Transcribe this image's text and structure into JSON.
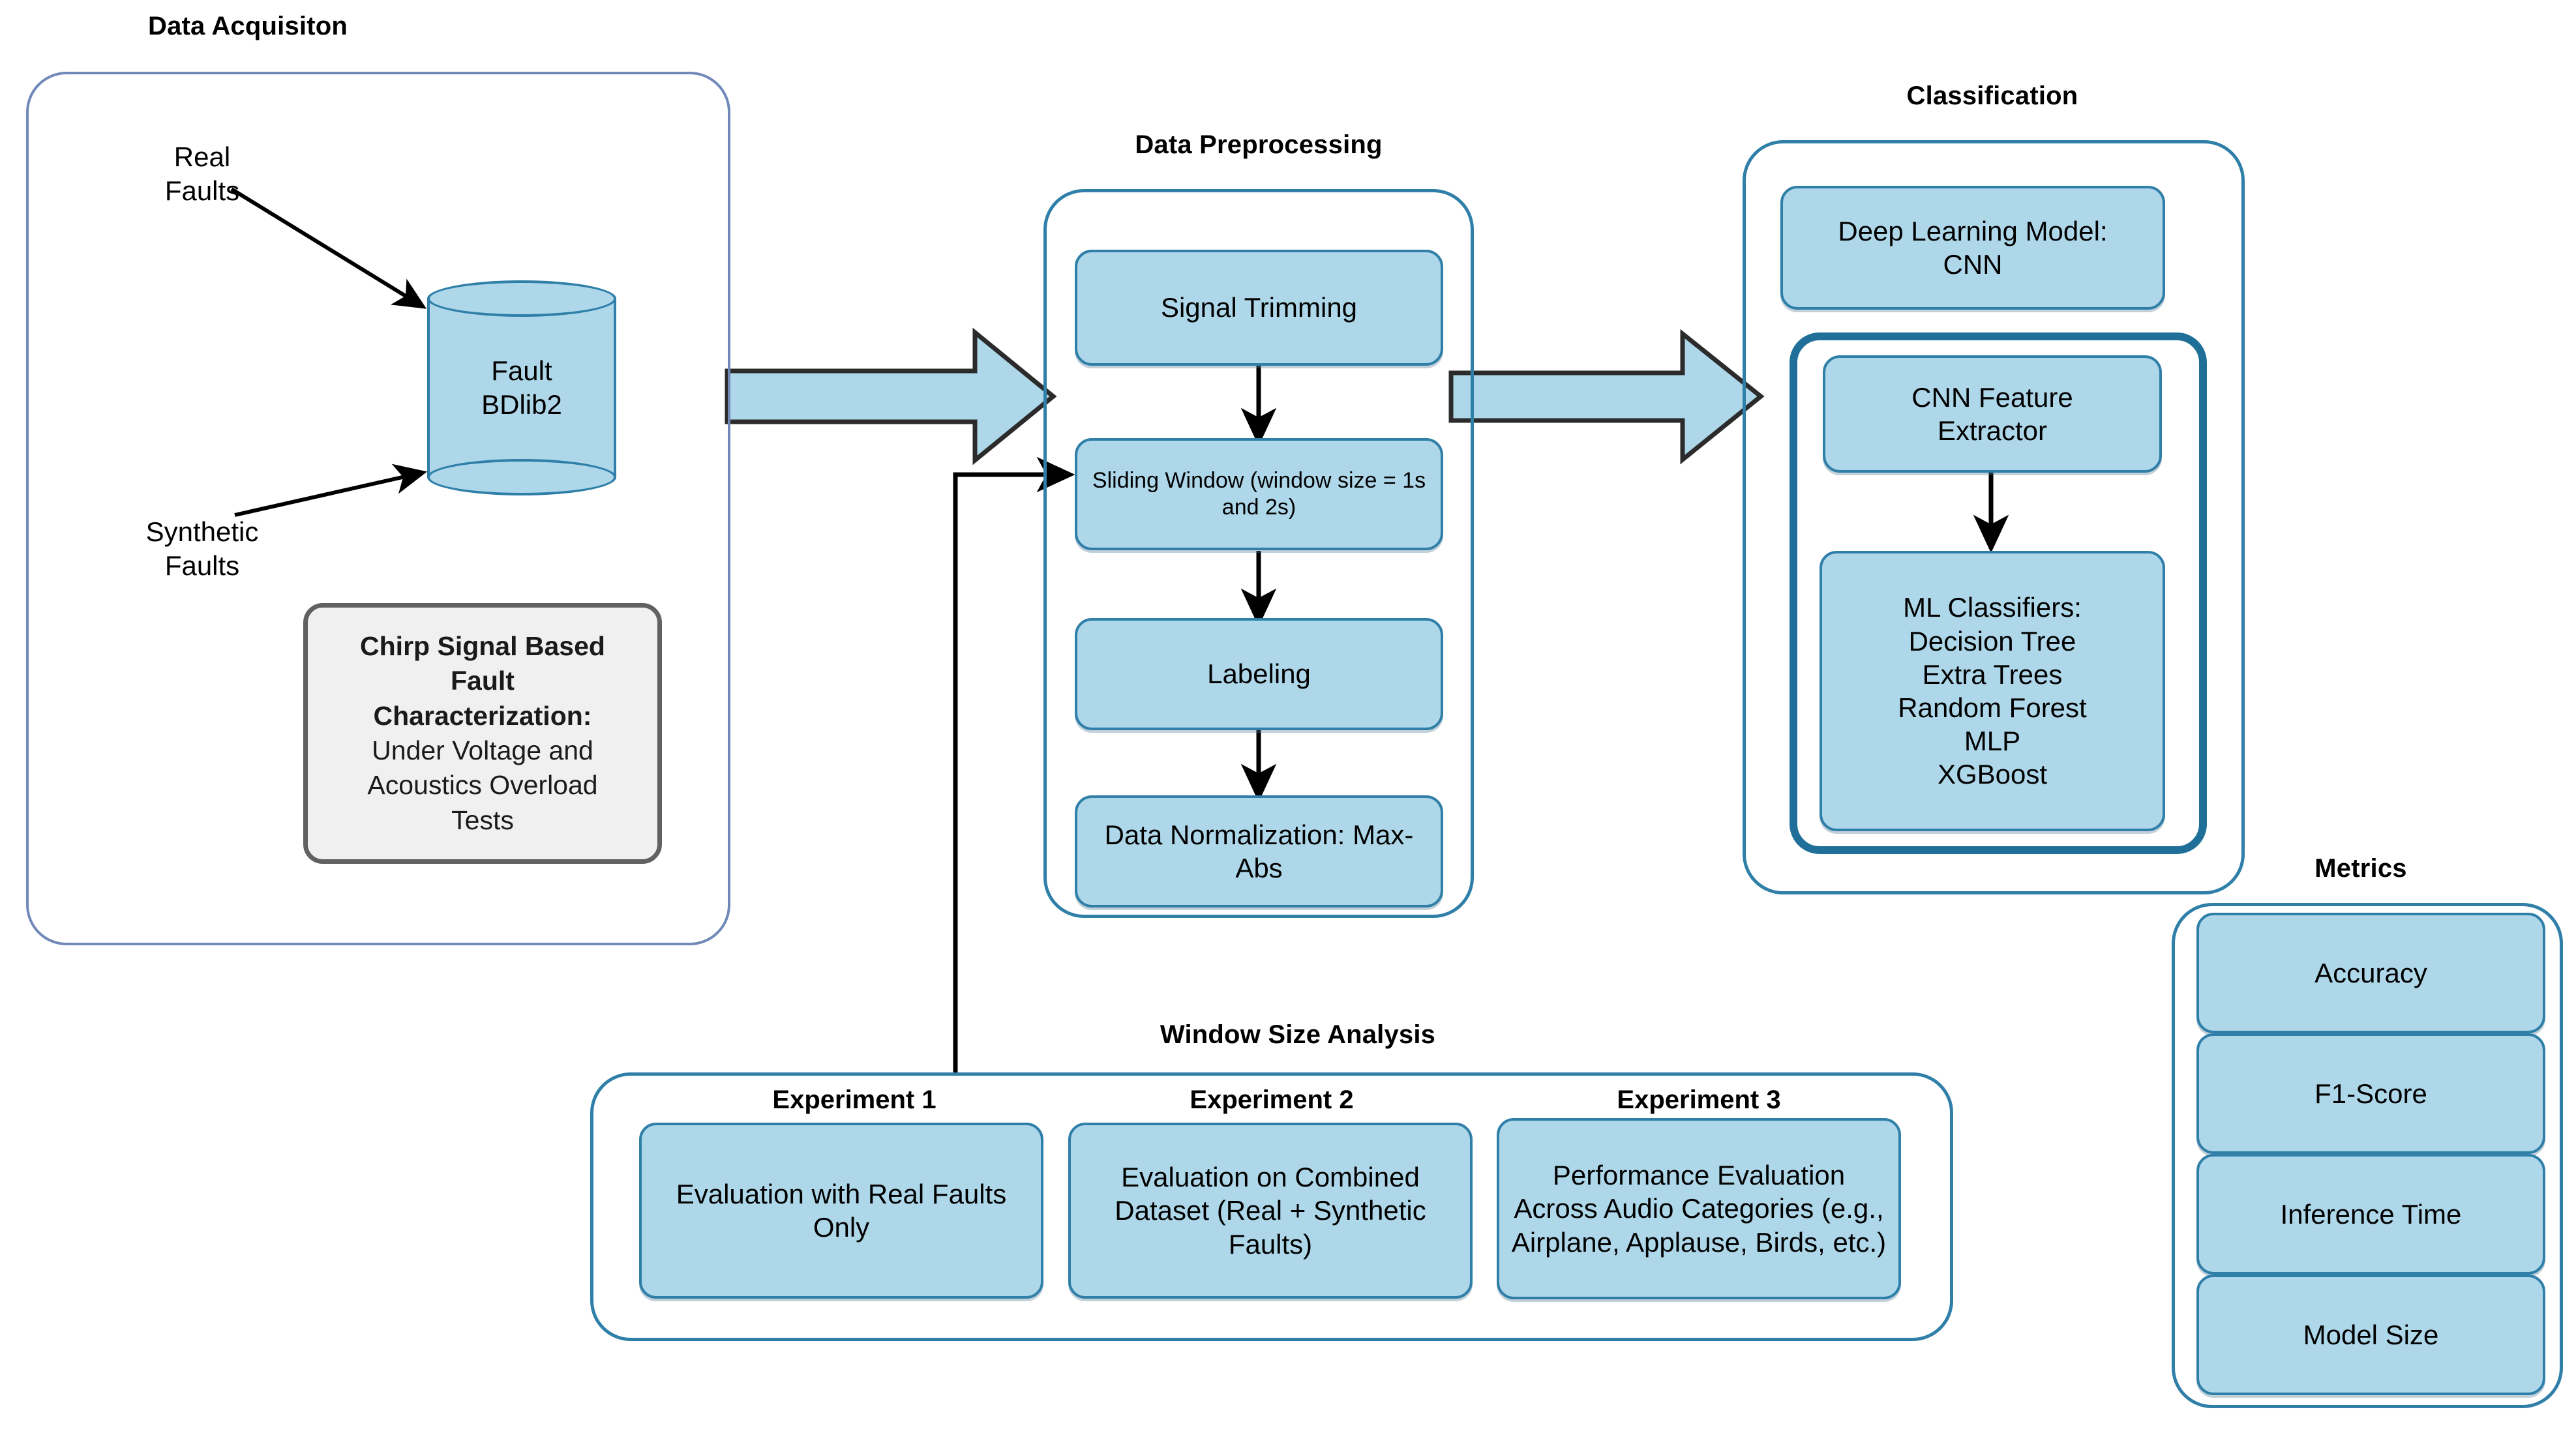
{
  "diagram": {
    "title_color": "#000000",
    "node_fill": "#aed8ea",
    "node_border": "#2f7fa8",
    "container_border_light": "#7089b9",
    "container_border_blue": "#2f7fa8",
    "highlight_ring": "#1f6f99",
    "grey_box_fill": "#f0f0f0",
    "grey_box_border": "#616161"
  },
  "data_acquisition": {
    "title": "Data Acquisiton",
    "real_faults_label": "Real\nFaults",
    "synthetic_faults_label": "Synthetic\nFaults",
    "database": "Fault\nBDlib2",
    "chirp_box": {
      "bold_line1": "Chirp Signal Based",
      "bold_line2": "Fault",
      "bold_line3": "Characterization:",
      "line4": "Under Voltage and",
      "line5": "Acoustics Overload",
      "line6": "Tests"
    }
  },
  "data_preprocessing": {
    "title": "Data Preprocessing",
    "steps": [
      "Signal Trimming",
      "Sliding Window (window size = 1s and 2s)",
      "Labeling",
      "Data Normalization: Max-Abs"
    ]
  },
  "classification": {
    "title": "Classification",
    "deep_learning_model": "Deep Learning Model:\nCNN",
    "cnn_feature_extractor": "CNN Feature\nExtractor",
    "ml_classifiers": "ML Classifiers:\nDecision Tree\nExtra Trees\nRandom Forest\nMLP\nXGBoost"
  },
  "window_size_analysis": {
    "title": "Window Size Analysis",
    "experiments": [
      {
        "label": "Experiment 1",
        "text": "Evaluation with Real Faults Only"
      },
      {
        "label": "Experiment 2",
        "text": "Evaluation on Combined Dataset (Real + Synthetic Faults)"
      },
      {
        "label": "Experiment 3",
        "text": "Performance Evaluation Across Audio Categories (e.g., Airplane, Applause, Birds, etc.)"
      }
    ]
  },
  "metrics": {
    "title": "Metrics",
    "items": [
      "Accuracy",
      "F1-Score",
      "Inference Time",
      "Model Size"
    ]
  }
}
